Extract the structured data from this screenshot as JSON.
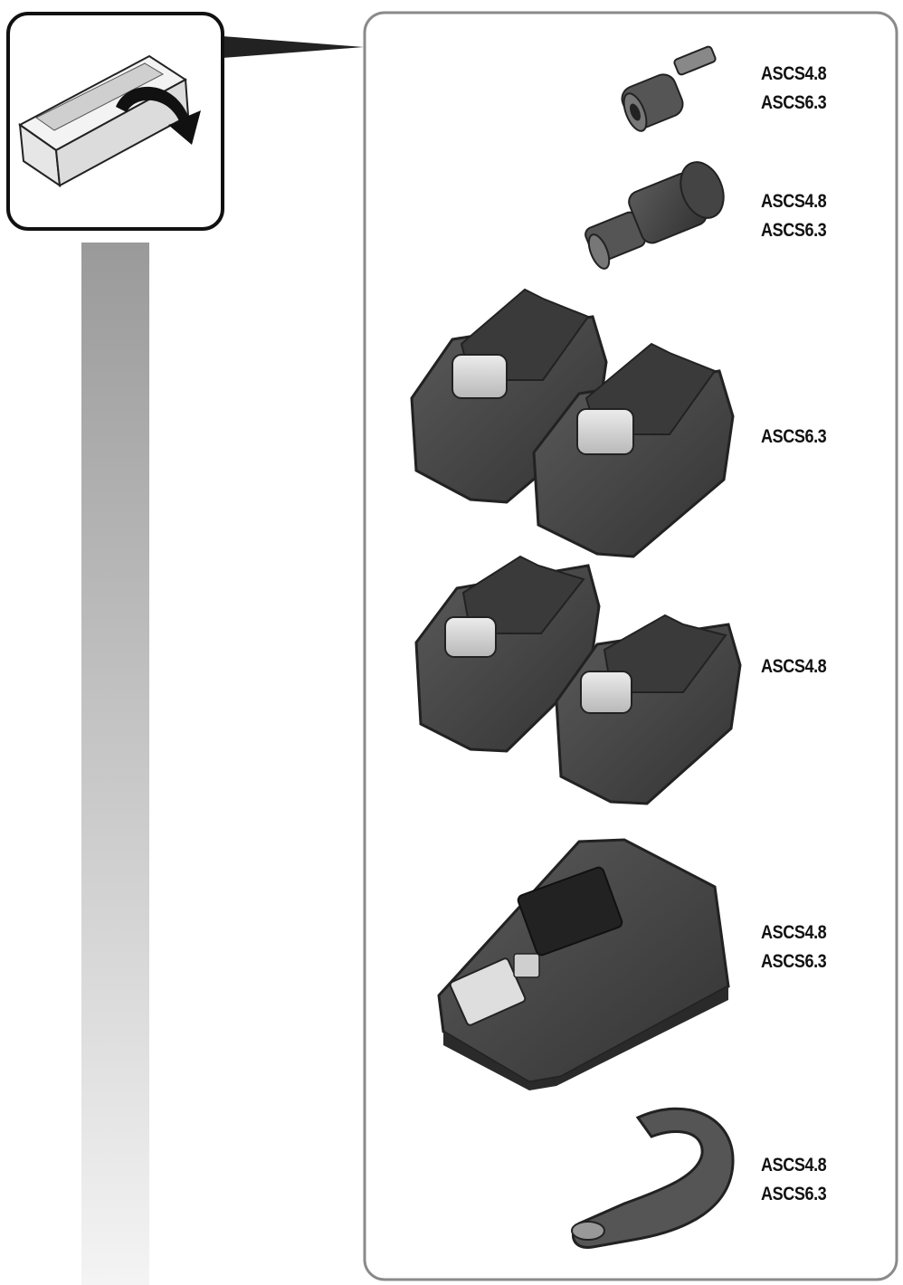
{
  "items": [
    {
      "name": "nut-setter",
      "models": [
        "ASCS4.8",
        "ASCS6.3"
      ]
    },
    {
      "name": "chuck-adapter",
      "models": [
        "ASCS4.8",
        "ASCS6.3"
      ]
    },
    {
      "name": "battery-pair-large",
      "models": [
        "ASCS6.3"
      ]
    },
    {
      "name": "battery-pair-small",
      "models": [
        "ASCS4.8"
      ]
    },
    {
      "name": "charger",
      "models": [
        "ASCS4.8",
        "ASCS6.3"
      ]
    },
    {
      "name": "belt-clip",
      "models": [
        "ASCS4.8",
        "ASCS6.3"
      ]
    }
  ],
  "colors": {
    "frame": "#8a8a8a",
    "callout_border": "#111111",
    "body_dark": "#4a4a4a",
    "body_light": "#d6d6d6",
    "gradient_top": "#9a9a9a",
    "gradient_bottom": "#f4f4f4"
  }
}
